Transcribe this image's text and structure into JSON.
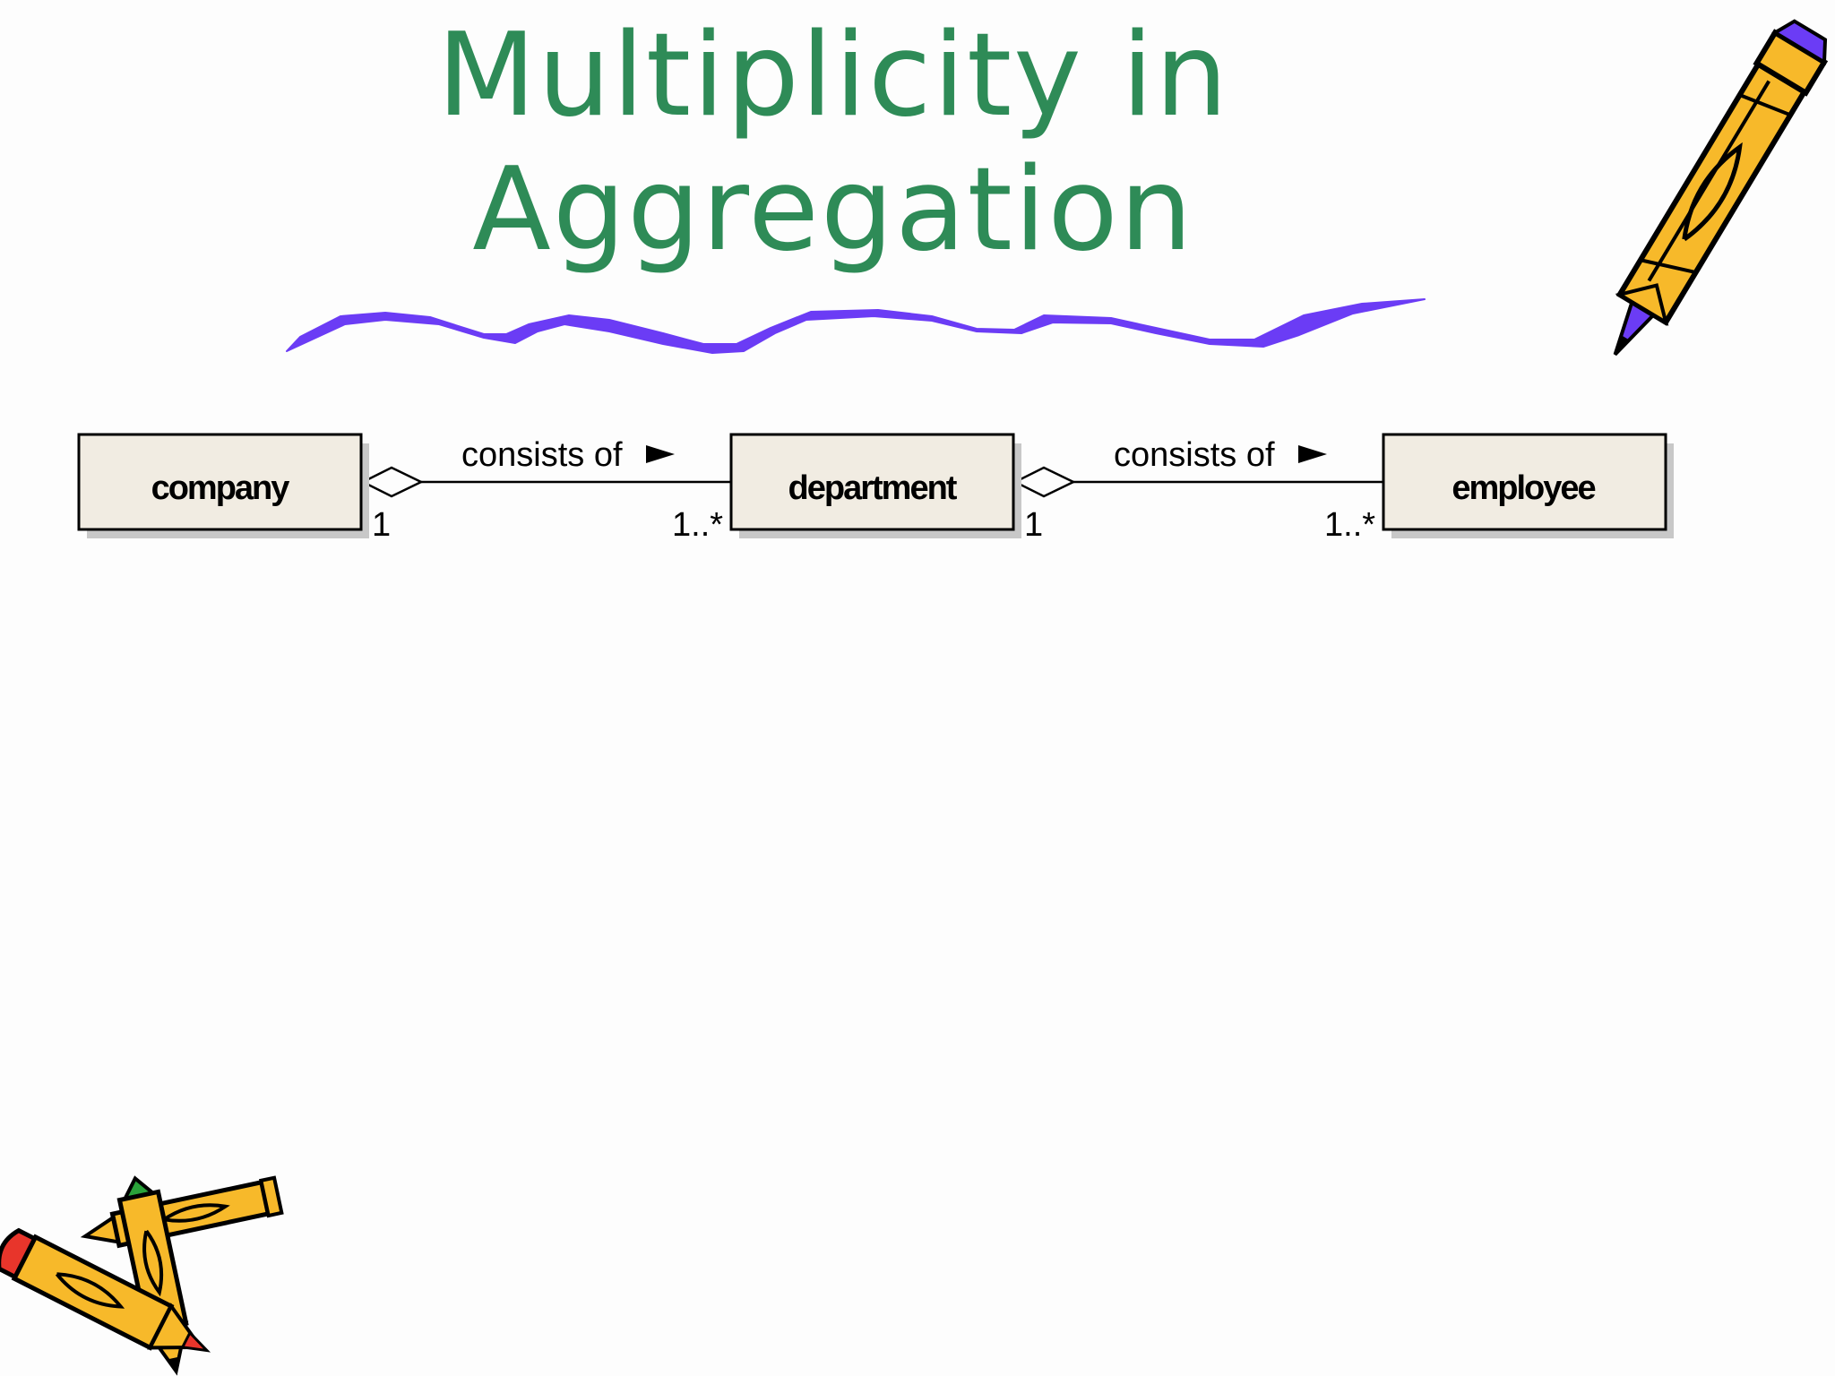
{
  "slide": {
    "title_line1": "Multiplicity in",
    "title_line2": "Aggregation"
  },
  "colors": {
    "title": "#2e8b57",
    "squiggle": "#6b3cf5",
    "class_fill": "#f1ece2",
    "pencil_body": "#f7b92a",
    "pencil_tip": "#6b3cf5",
    "eraser_red": "#e8352b",
    "cap_green": "#2aa33a"
  },
  "diagram": {
    "classes": [
      {
        "name": "company"
      },
      {
        "name": "department"
      },
      {
        "name": "employee"
      }
    ],
    "associations": [
      {
        "label": "consists of",
        "direction_icon": "triangle-right-icon",
        "whole_multiplicity": "1",
        "part_multiplicity": "1..*"
      },
      {
        "label": "consists of",
        "direction_icon": "triangle-right-icon",
        "whole_multiplicity": "1",
        "part_multiplicity": "1..*"
      }
    ]
  },
  "decorations": {
    "top_right": "pencil-icon",
    "bottom_left": "crossed-pencils-icon",
    "under_title": "squiggle-line"
  }
}
